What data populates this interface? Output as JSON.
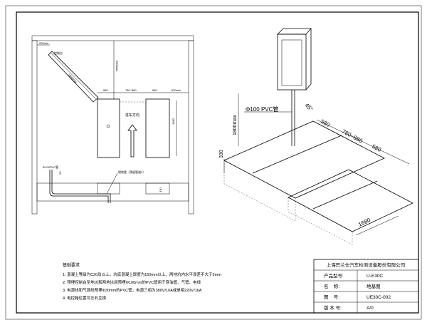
{
  "plan_view": {
    "console_label": "控制台",
    "dim_200min": "200min",
    "dim_console_length": "1800max",
    "dim_2500min": "2500min",
    "dim_580_left": "580",
    "dim_780_880": "780~880",
    "dim_580_right": "580",
    "dim_630min": "630min",
    "dim_1680": "1680",
    "direction_label": "进车方向",
    "pipe_label": "Φ100PVC管",
    "dim_20": "20",
    "buried_pipe_label": "埋地管（预留管道2）",
    "dim_330": "330"
  },
  "iso_view": {
    "pipe_label": "Φ100 PVC管",
    "angle": "45°",
    "dim_1800max": "1800max",
    "dim_330": "330",
    "dim_580_a": "580",
    "dim_780_880": "780~880",
    "dim_580_b": "580",
    "dim_1680": "1680"
  },
  "notes": {
    "title": "基础要求",
    "items": [
      "1. 混凝土等级为C20及以上，坑底混凝土厚度为150mm以上，两地坑内水平误差不大于5mm",
      "2. 预埋控制台至地坑和两地坑间预埋Φ100mm的PVC管用于穿油管、气管、电线",
      "3. 电源线和气源线预埋Φ30mm的PVC管，电源三相为380V/10A或单相220V/16A",
      "4. 电控箱位置可左右互换"
    ]
  },
  "title_block": {
    "company": "上海巴兰仕汽车检测设备股份有限公司",
    "rows": [
      {
        "label": "产品型号:",
        "value": "U-E30C"
      },
      {
        "label": "名    称:",
        "value": "地基图"
      },
      {
        "label": "图    号:",
        "value": "UE30C-002"
      },
      {
        "label": "版 本 号:",
        "value": "A/0"
      }
    ]
  }
}
